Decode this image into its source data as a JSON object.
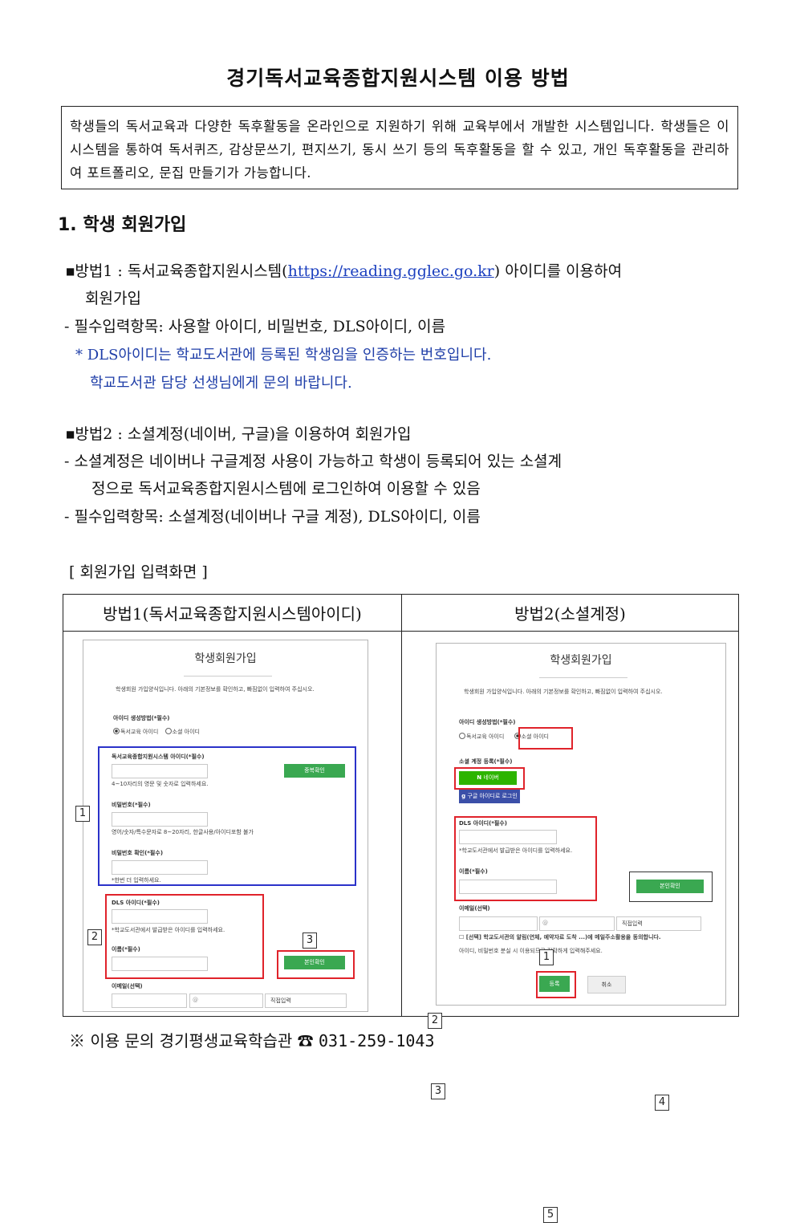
{
  "title": "경기독서교육종합지원시스템 이용 방법",
  "intro": "학생들의 독서교육과 다양한 독후활동을 온라인으로 지원하기 위해 교육부에서 개발한 시스템입니다. 학생들은 이 시스템을 통하여 독서퀴즈, 감상문쓰기, 편지쓰기, 동시 쓰기 등의 독후활동을 할 수 있고, 개인 독후활동을 관리하여 포트폴리오, 문집 만들기가 가능합니다.",
  "section1": "1. 학생 회원가입",
  "method1": {
    "bullet": "■",
    "lead": "방법1 : 독서교육종합지원시스템(",
    "url": "https://reading.gglec.go.kr",
    "tail": ") 아이디를 이용하여",
    "cont": "회원가입",
    "required": "- 필수입력항목: 사용할 아이디, 비밀번호, DLS아이디, 이름",
    "note1": "* DLS아이디는 학교도서관에 등록된 학생임을 인증하는 번호입니다.",
    "note2": "학교도서관 담당 선생님에게 문의 바랍니다."
  },
  "method2": {
    "bullet": "■",
    "lead": "방법2 : 소셜계정(네이버, 구글)을 이용하여 회원가입",
    "desc1": "- 소셜계정은 네이버나 구글계정 사용이 가능하고 학생이 등록되어 있는 소셜계",
    "desc2": "정으로 독서교육종합지원시스템에 로그인하여 이용할 수 있음",
    "required": "- 필수입력항목: 소셜계정(네이버나 구글 계정), DLS아이디, 이름"
  },
  "screen_caption": "[ 회원가입 입력화면 ]",
  "table": {
    "col1": "방법1(독서교육종합지원시스템아이디)",
    "col2": "방법2(소셜계정)"
  },
  "form1": {
    "title": "학생회원가입",
    "desc": "학생회원 가입양식입니다. 아래의 기본정보를 확인하고, 빠짐없이 입력하여 주십시오.",
    "id_method": "아이디 생성방법(*필수)",
    "radio1": "독서교육 아이디",
    "radio2": "소셜 아이디",
    "site_id": "독서교육종합지원시스템 아이디(*필수)",
    "dup_btn": "중복확인",
    "id_hint": "4~10자리의 영문 및 숫자로 입력하세요.",
    "pw": "비밀번호(*필수)",
    "pw_hint": "영어/숫자/특수문자로 8~20자리, 한글사용/아이디포함 불가",
    "pw_confirm": "비밀번호 확인(*필수)",
    "pw_confirm_hint": "*한번 더 입력하세요.",
    "dls": "DLS 아이디(*필수)",
    "dls_hint": "*학교도서관에서 발급받은 아이디를 입력하세요.",
    "name": "이름(*필수)",
    "verify_btn": "본인확인",
    "email": "이메일(선택)",
    "at": "@",
    "direct": "직접입력",
    "n1": "1",
    "n2": "2",
    "n3": "3"
  },
  "form2": {
    "title": "학생회원가입",
    "desc": "학생회원 가입양식입니다. 아래의 기본정보를 확인하고, 빠짐없이 입력하여 주십시오.",
    "id_method": "아이디 생성방법(*필수)",
    "radio1": "독서교육 아이디",
    "radio2": "소셜 아이디",
    "social": "소셜 계정 등록(*필수)",
    "naver_mark": "N",
    "naver": "네이버",
    "google_mark": "g",
    "google": "구글 아이디로 로그인",
    "dls": "DLS 아이디(*필수)",
    "dls_hint": "*학교도서관에서 발급받은 아이디를 입력하세요.",
    "name": "이름(*필수)",
    "verify_btn": "본인확인",
    "email": "이메일(선택)",
    "at": "@",
    "direct": "직접입력",
    "agree": "[선택] 학교도서관의 알림(연체, 예약자료 도착 ...)에 메일주소활용을 동의합니다.",
    "agree_hint": "아이디, 비밀번호 분실 시 이용되므로 정확하게 입력해주세요.",
    "submit": "등록",
    "cancel": "취소",
    "n1": "1",
    "n2": "2",
    "n3": "3",
    "n4": "4",
    "n5": "5"
  },
  "footer": {
    "mark": "※",
    "text": "이용 문의 경기평생교육학습관",
    "phone_icon": "☎",
    "phone": "031-259-1043"
  }
}
